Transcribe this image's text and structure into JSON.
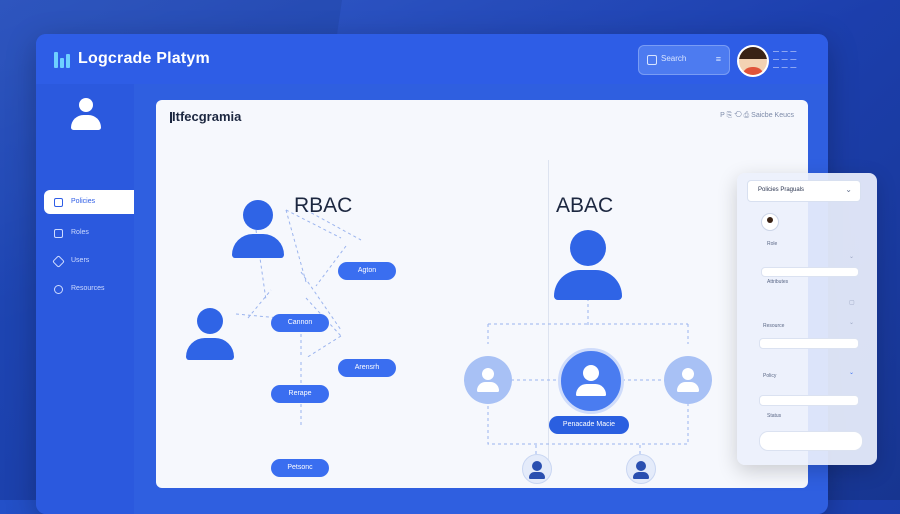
{
  "app": {
    "title": "Logcrade Platym",
    "search_label": "Search",
    "user_lines": [
      "— — —",
      "— — —",
      "— — —"
    ]
  },
  "sidebar": {
    "items": [
      {
        "label": "Policies",
        "active": true
      },
      {
        "label": "Roles",
        "active": false
      },
      {
        "label": "Users",
        "active": false
      },
      {
        "label": "Resources",
        "active": false
      }
    ]
  },
  "panel": {
    "title": "Itfecgramia",
    "tools": "P ⎘  ⟲ ⎙  Saicbe   Keucs",
    "rbac": {
      "title": "RBAC",
      "nodes": [
        "Agton",
        "Cannon",
        "Arensrh",
        "Rerape",
        "Petsonc"
      ]
    },
    "abac": {
      "title": "ABAC",
      "badge": "Penacade  Macie"
    }
  },
  "float_panel": {
    "select_label": "Policies   Praguals",
    "labels": [
      "Role",
      "Attributes",
      "Resource",
      "Policy",
      "Status"
    ]
  },
  "colors": {
    "accent": "#2f64e6",
    "header": "#2e5de6",
    "panel_bg": "#f6f8fd"
  }
}
